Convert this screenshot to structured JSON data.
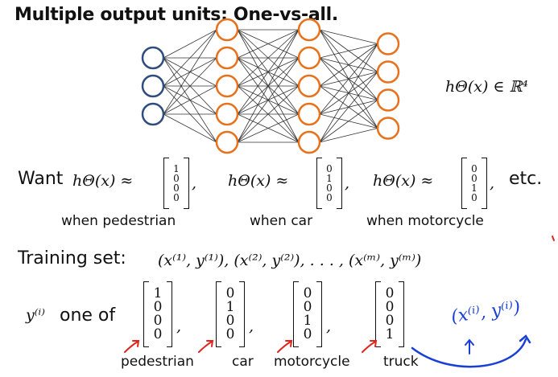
{
  "title": "Multiple output units: One-vs-all.",
  "network": {
    "layers": [
      3,
      5,
      5,
      4
    ],
    "input_color": "#2f4d7e",
    "hidden_color": "#e8721c"
  },
  "output_formula": "hΘ(x) ∈ ℝ⁴",
  "want": {
    "label": "Want",
    "items": [
      {
        "expr": "hΘ(x) ≈",
        "vector": [
          "1",
          "0",
          "0",
          "0"
        ],
        "caption": "when pedestrian",
        "sep": ","
      },
      {
        "expr": "hΘ(x) ≈",
        "vector": [
          "0",
          "1",
          "0",
          "0"
        ],
        "caption": "when car",
        "sep": ","
      },
      {
        "expr": "hΘ(x) ≈",
        "vector": [
          "0",
          "0",
          "1",
          "0"
        ],
        "caption": "when motorcycle",
        "sep": ","
      }
    ],
    "etc": "etc."
  },
  "training": {
    "label": "Training set:",
    "formula": "(x⁽¹⁾, y⁽¹⁾), (x⁽²⁾, y⁽²⁾), . . . , (x⁽ᵐ⁾, y⁽ᵐ⁾)"
  },
  "yof": {
    "var": "y⁽ⁱ⁾",
    "label": "one of",
    "vectors": [
      {
        "values": [
          "1",
          "0",
          "0",
          "0"
        ],
        "caption": "pedestrian"
      },
      {
        "values": [
          "0",
          "1",
          "0",
          "0"
        ],
        "caption": "car"
      },
      {
        "values": [
          "0",
          "0",
          "1",
          "0"
        ],
        "caption": "motorcycle"
      },
      {
        "values": [
          "0",
          "0",
          "0",
          "1"
        ],
        "caption": "truck"
      }
    ]
  },
  "annotation": {
    "text": "(x⁽ⁱ⁾, y⁽ⁱ⁾)",
    "color": "#1a3fd6"
  },
  "arrow_color": "#e0241d"
}
